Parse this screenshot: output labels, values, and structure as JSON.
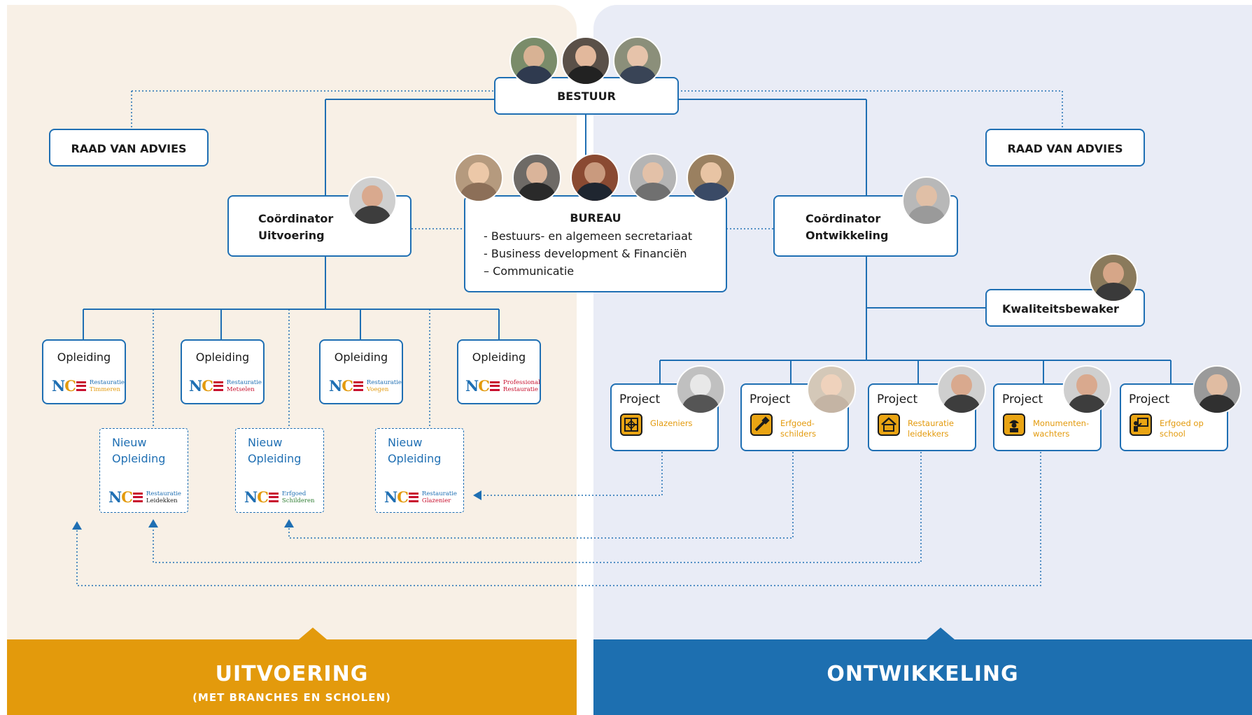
{
  "board": {
    "label": "BESTUUR"
  },
  "advisory": {
    "left_label": "RAAD VAN ADVIES",
    "right_label": "RAAD VAN ADVIES"
  },
  "coordinators": {
    "uitvoering": {
      "line1": "Coördinator",
      "line2": "Uitvoering"
    },
    "ontwikkeling": {
      "line1": "Coördinator",
      "line2": "Ontwikkeling"
    }
  },
  "bureau": {
    "title": "BUREAU",
    "items": [
      "- Bestuurs- en algemeen secretariaat",
      "- Business development & Financiën",
      "– Communicatie"
    ]
  },
  "quality": {
    "label": "Kwaliteitsbewaker"
  },
  "opleidingen": [
    {
      "label": "Opleiding",
      "logo_line1": "Restauratie",
      "logo_line2": "Timmeren",
      "line2_color": "#e39a0c"
    },
    {
      "label": "Opleiding",
      "logo_line1": "Restauratie",
      "logo_line2": "Metselen",
      "line2_color": "#c8102e"
    },
    {
      "label": "Opleiding",
      "logo_line1": "Restauratie",
      "logo_line2": "Voegen",
      "line2_color": "#e39a0c"
    },
    {
      "label": "Opleiding",
      "logo_line1": "Professional",
      "logo_line2": "Restauratie",
      "line1_color": "#c8102e",
      "line2_color": "#c8102e"
    }
  ],
  "nieuwe_opleidingen": [
    {
      "line1": "Nieuw",
      "line2": "Opleiding",
      "logo_line1": "Restauratie",
      "logo_line2": "Leidekken",
      "line2_color": "#1b1b1b"
    },
    {
      "line1": "Nieuw",
      "line2": "Opleiding",
      "logo_line1": "Erfgoed",
      "logo_line2": "Schilderen",
      "line2_color": "#2e7d32"
    },
    {
      "line1": "Nieuw",
      "line2": "Opleiding",
      "logo_line1": "Restauratie",
      "logo_line2": "Glazenier",
      "line2_color": "#c8102e"
    }
  ],
  "projects": [
    {
      "label": "Project",
      "sub1": "Glazeniers",
      "sub2": "",
      "icon": "stained-glass-icon"
    },
    {
      "label": "Project",
      "sub1": "Erfgoed-",
      "sub2": "schilders",
      "icon": "paintbrush-icon"
    },
    {
      "label": "Project",
      "sub1": "Restauratie",
      "sub2": "leidekkers",
      "icon": "roof-icon"
    },
    {
      "label": "Project",
      "sub1": "Monumenten-",
      "sub2": "wachters",
      "icon": "worker-icon"
    },
    {
      "label": "Project",
      "sub1": "Erfgoed op",
      "sub2": "school",
      "icon": "teacher-icon"
    }
  ],
  "bands": {
    "left_title": "UITVOERING",
    "left_subtitle": "(MET BRANCHES EN SCHOLEN)",
    "right_title": "ONTWIKKELING"
  },
  "colors": {
    "accent_blue": "#1f6fb3",
    "accent_orange": "#e39a0c",
    "left_bg": "#f8f0e6",
    "right_bg": "#e9ecf6"
  }
}
